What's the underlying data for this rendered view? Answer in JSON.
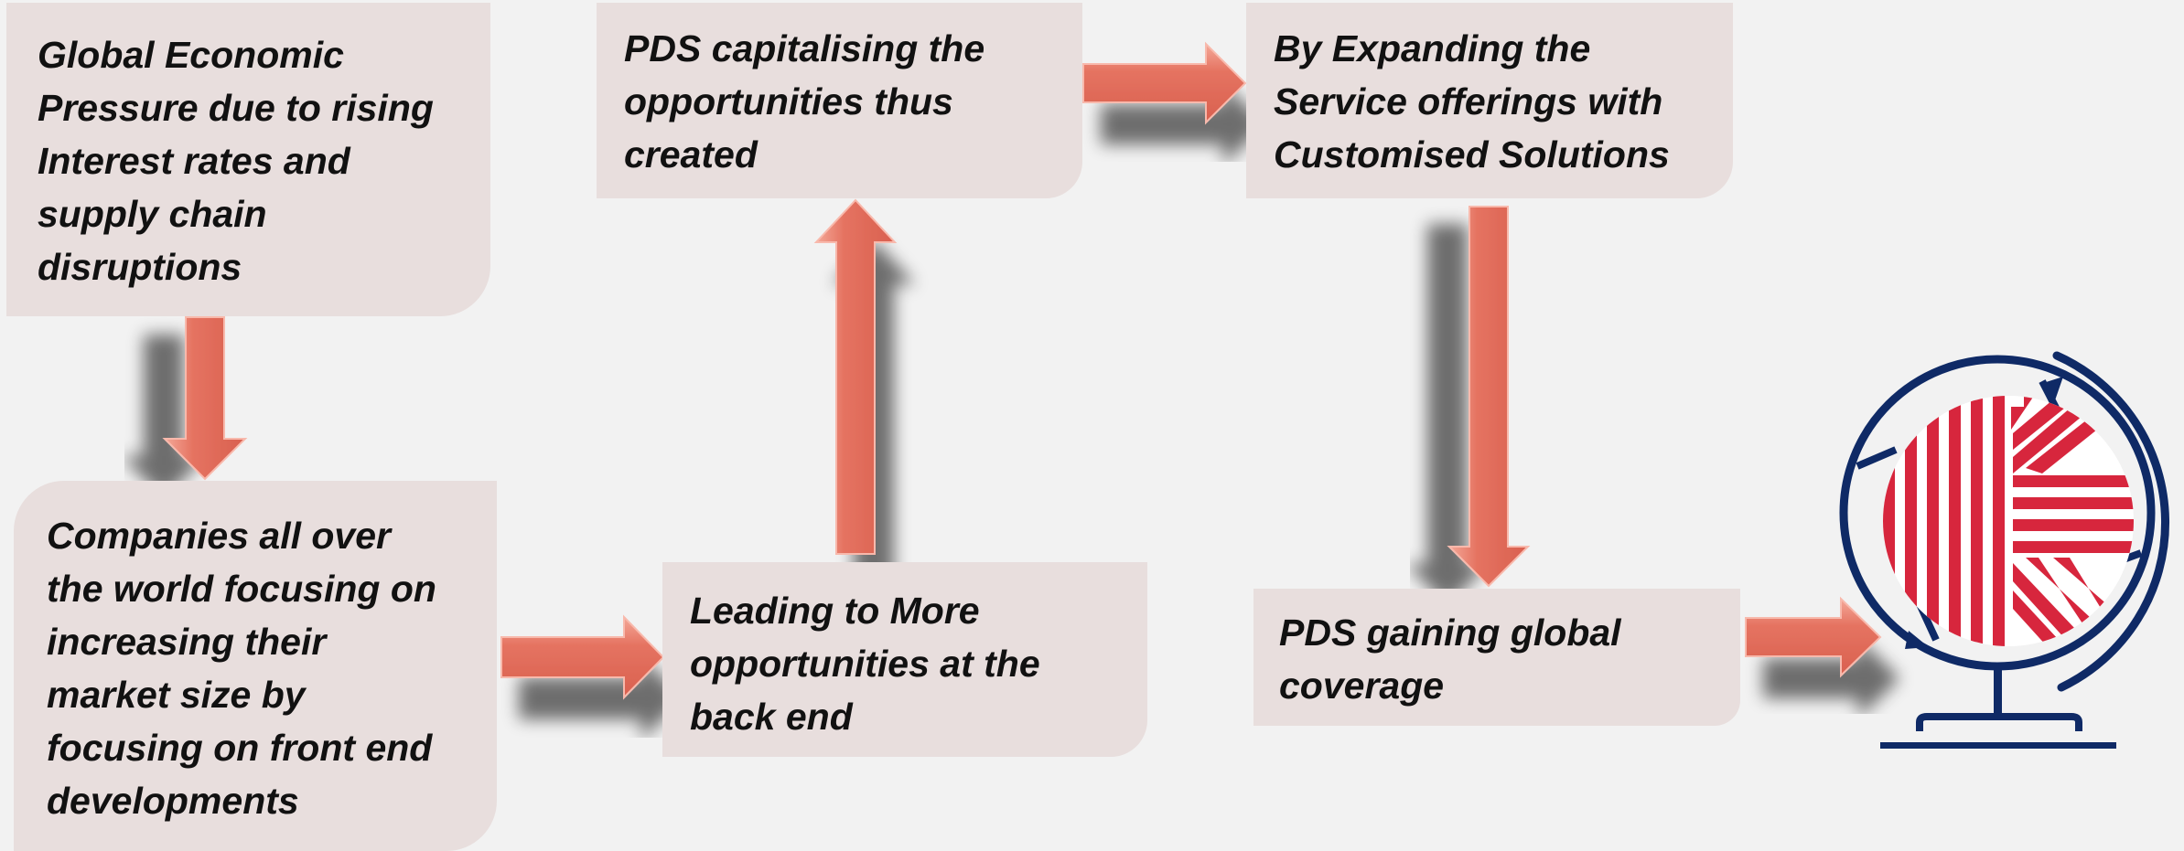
{
  "colors": {
    "background": "#f2f2f2",
    "box_fill": "#e8dedd",
    "arrow_fill": "#e57361",
    "arrow_highlight": "#f8b9ac",
    "globe_navy": "#0f2a66",
    "logo_red": "#d7263d"
  },
  "boxes": {
    "global_pressure": "Global Economic\nPressure due to rising\nInterest rates and\nsupply chain\ndisruptions",
    "companies_focus": "Companies all over\nthe world focusing on\nincreasing their\nmarket size by\nfocusing on front end\ndevelopments",
    "more_opportunities": "Leading to More\nopportunities at the\nback end",
    "pds_capitalising": "PDS capitalising the\nopportunities thus\ncreated",
    "expanding_services": "By Expanding the\nService offerings with\nCustomised Solutions",
    "global_coverage": "PDS gaining global\ncoverage"
  },
  "icons": {
    "arrow": "block-arrow-icon",
    "globe": "globe-logo-icon"
  }
}
